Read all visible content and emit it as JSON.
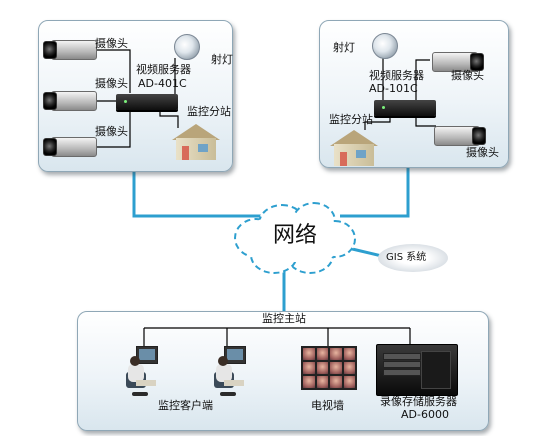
{
  "site_a": {
    "cameras": [
      "摄像头",
      "摄像头",
      "摄像头"
    ],
    "server_name": "视频服务器",
    "server_model": "AD-401C",
    "spotlight": "射灯",
    "substation": "监控分站"
  },
  "site_b": {
    "spotlight": "射灯",
    "server_name": "视频服务器",
    "server_model": "AD-101C",
    "cameras": [
      "摄像头",
      "摄像头"
    ],
    "substation": "监控分站"
  },
  "network": {
    "label": "网络",
    "gis": "GIS 系统"
  },
  "master": {
    "title": "监控主站",
    "client": "监控客户端",
    "video_wall": "电视墙",
    "storage_name": "录像存储服务器",
    "storage_model": "AD-6000"
  },
  "colors": {
    "cable": "#2d9fcf",
    "wire": "#000000",
    "panel_border": "#8fa7b6"
  },
  "icons": [
    "camera-icon",
    "spotlight-icon",
    "video-server-icon",
    "building-icon",
    "cloud-icon",
    "gis-icon",
    "operator-icon",
    "video-wall-icon",
    "storage-server-icon"
  ]
}
